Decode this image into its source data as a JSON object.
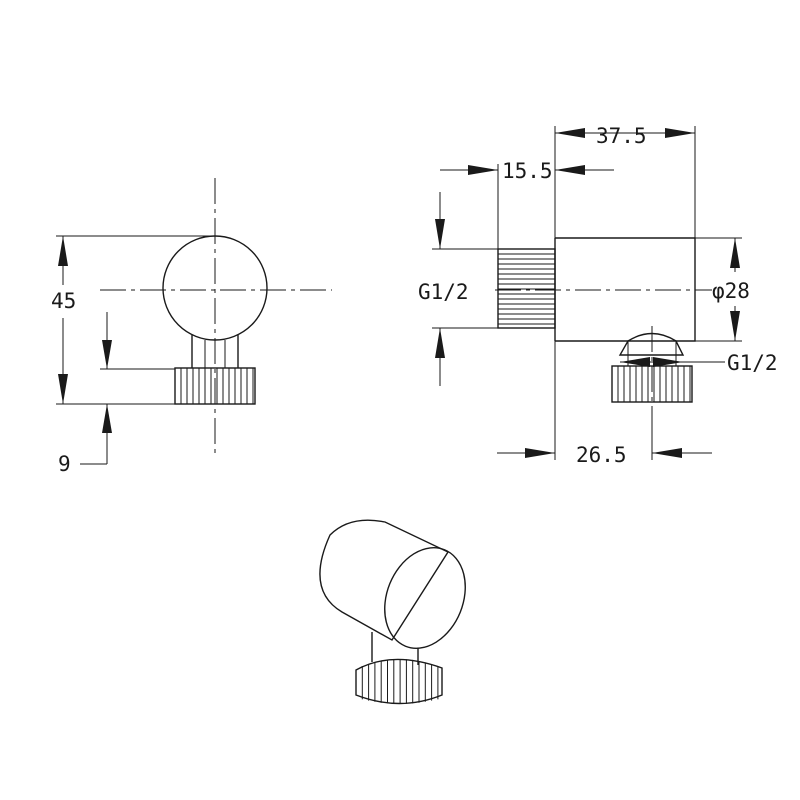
{
  "dimensions": {
    "height_total": "45",
    "thread_height": "9",
    "inlet_thread": "G1/2",
    "outlet_thread": "G1/2",
    "thread_length": "15.5",
    "overall_depth": "37.5",
    "body_diameter": "φ28",
    "outlet_offset": "26.5"
  },
  "colors": {
    "line": "#1a1a1a",
    "background": "#ffffff"
  }
}
